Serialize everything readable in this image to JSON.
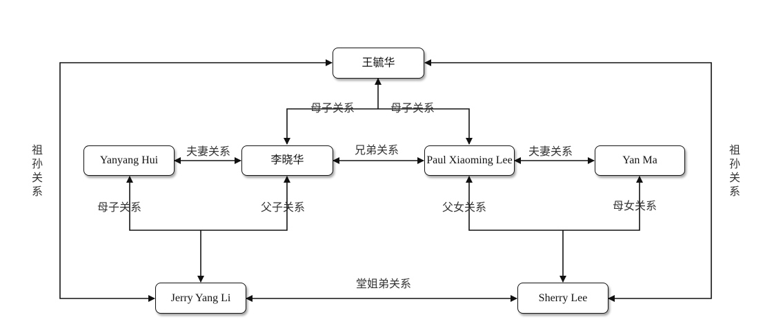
{
  "nodes": {
    "wang": "王毓华",
    "yanyang": "Yanyang Hui",
    "li": "李晓华",
    "paul": "Paul Xiaoming Lee",
    "yanma": "Yan Ma",
    "jerry": "Jerry Yang Li",
    "sherry": "Sherry Lee"
  },
  "edge_labels": {
    "mother_son_left": "母子关系",
    "mother_son_right": "母子关系",
    "spouse_left": "夫妻关系",
    "brothers": "兄弟关系",
    "spouse_right": "夫妻关系",
    "mother_son_jerry": "母子关系",
    "father_son_jerry": "父子关系",
    "father_daughter_sherry": "父女关系",
    "mother_daughter_sherry": "母女关系",
    "cousins": "堂姐弟关系",
    "grandparent_left": "祖孙关系",
    "grandparent_right": "祖孙关系"
  },
  "colors": {
    "line": "#111111",
    "text": "#333333"
  }
}
